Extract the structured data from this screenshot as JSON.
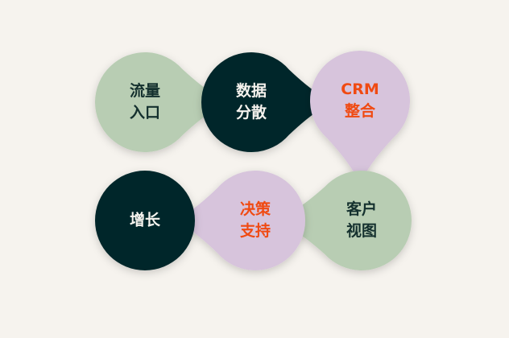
{
  "colors": {
    "green": "#b8cdb3",
    "dark": "#06282a",
    "lilac": "#d7c4dc",
    "orange": "#f04a12",
    "dark_text": "#14302e",
    "light_text": "#f6f3ee"
  },
  "nodes": [
    {
      "label": "流量\n入口",
      "fill": "green",
      "text": "dark_text",
      "pointer": "right"
    },
    {
      "label": "数据\n分散",
      "fill": "dark",
      "text": "light_text",
      "pointer": "right"
    },
    {
      "label": "CRM\n整合",
      "fill": "lilac",
      "text": "orange",
      "pointer": "down"
    },
    {
      "label": "客户\n视图",
      "fill": "green",
      "text": "dark_text",
      "pointer": "left"
    },
    {
      "label": "决策\n支持",
      "fill": "lilac",
      "text": "orange",
      "pointer": "left"
    },
    {
      "label": "增长",
      "fill": "dark",
      "text": "light_text",
      "pointer": "none"
    }
  ]
}
